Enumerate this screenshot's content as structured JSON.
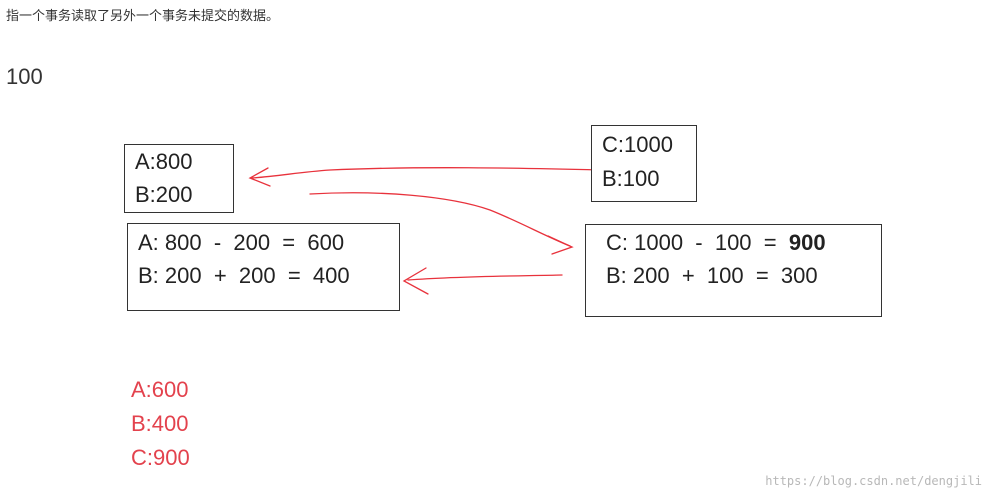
{
  "caption": "指一个事务读取了另外一个事务未提交的数据。",
  "amount": "100",
  "box_ab": {
    "line1": "A:800",
    "line2": "B:200"
  },
  "box_cb": {
    "line1": "C:1000",
    "line2": "B:100"
  },
  "calc1": {
    "line1": "A: 800  -  200  =  600",
    "line2": "B: 200  +  200  =  400"
  },
  "calc2": {
    "line1_prefix": "C: 1000  -  100  =  ",
    "line1_value": "900",
    "line2": "B: 200  +  100  =  300"
  },
  "results": [
    "A:600",
    "B:400",
    "C:900"
  ],
  "watermark": "https://blog.csdn.net/dengjili",
  "colors": {
    "arrow": "#e8323c",
    "result": "#e3424d",
    "border": "#333333"
  }
}
